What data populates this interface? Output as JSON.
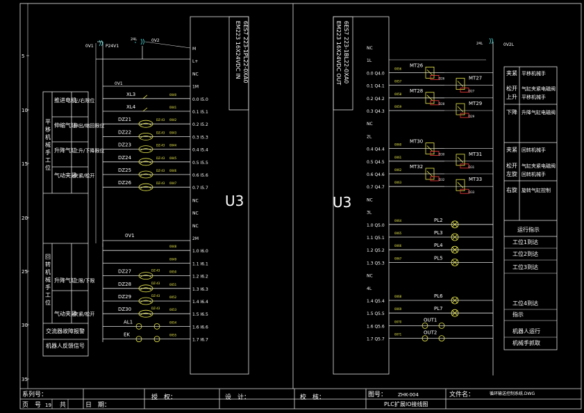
{
  "ruler": {
    "ticks": [
      "5",
      "10",
      "15",
      "20",
      "25",
      "30",
      "35"
    ]
  },
  "supply": {
    "ov1": "0V1",
    "p24v1": "P24V1",
    "l_left": "24L",
    "ov2": "0V2",
    "l_right": "24L",
    "ov2l": "0V2L"
  },
  "left_module": {
    "title_line1": "EM223 16X24VDC IN",
    "title_line2": "6ES7 223-1PL22-0XA0",
    "unit": "U3",
    "pins": [
      "M",
      "L+",
      "NC",
      "1M",
      "0.0 I5.0",
      "0.1 I5.1",
      "0.2 I5.2",
      "0.3 I5.3",
      "0.4 I5.4",
      "0.5 I5.5",
      "0.6 I5.6",
      "0.7 I5.7",
      "NC",
      "NC",
      "NC",
      "2M",
      "1.0 I6.0",
      "1.1 I6.1",
      "1.2 I6.2",
      "1.3 I6.3",
      "1.4 I6.4",
      "1.5 I6.5",
      "1.6 I6.6",
      "1.7 I6.7"
    ],
    "wire_nums": [
      "0040",
      "0041",
      "0042",
      "0043",
      "0044",
      "0045",
      "0046",
      "0047",
      "0048",
      "0049",
      "0050",
      "0051",
      "0052",
      "0053",
      "0054",
      "0055"
    ],
    "bus_ov1_top": "0V1",
    "bus_ov1_mid": "0V1",
    "inputs": [
      {
        "tag": "XL3",
        "code": "",
        "kind": "switch"
      },
      {
        "tag": "XL4",
        "code": "",
        "kind": "switch"
      },
      {
        "tag": "DZ21",
        "code": "DZ-43",
        "kind": "sensor"
      },
      {
        "tag": "DZ22",
        "code": "DZ-43",
        "kind": "sensor"
      },
      {
        "tag": "DZ23",
        "code": "DZ-43",
        "kind": "sensor"
      },
      {
        "tag": "DZ24",
        "code": "DZ-43",
        "kind": "sensor"
      },
      {
        "tag": "DZ25",
        "code": "DZ-43",
        "kind": "sensor"
      },
      {
        "tag": "DZ26",
        "code": "DZ-43",
        "kind": "sensor"
      },
      {
        "tag": "DZ27",
        "code": "DZ-43",
        "kind": "sensor"
      },
      {
        "tag": "DZ28",
        "code": "DZ-43",
        "kind": "sensor"
      },
      {
        "tag": "DZ29",
        "code": "DZ-43",
        "kind": "sensor"
      },
      {
        "tag": "DZ30",
        "code": "DZ-43",
        "kind": "sensor"
      },
      {
        "tag": "AL1",
        "code": "",
        "kind": "button"
      },
      {
        "tag": "EK",
        "code": "",
        "kind": "button"
      }
    ]
  },
  "right_module": {
    "title_line1": "EM223 16X24VDC OUT",
    "title_line2": "6ES7 223-1BL22-0XA0",
    "unit": "U3",
    "pins": [
      "NC",
      "1L",
      "0.0 Q4.0",
      "0.1 Q4.1",
      "0.2 Q4.2",
      "0.3 Q4.3",
      "NC",
      "2L",
      "0.4 Q4.4",
      "0.5 Q4.5",
      "0.6 Q4.6",
      "0.7 Q4.7",
      "NC",
      "3L",
      "1.0 Q5.0",
      "1.1 Q5.1",
      "1.2 Q5.2",
      "1.3 Q5.3",
      "NC",
      "4L",
      "1.4 Q5.4",
      "1.5 Q5.5",
      "1.6 Q5.6",
      "1.7 Q5.7"
    ],
    "wire_nums": [
      "0056",
      "0057",
      "0058",
      "0059",
      "0060",
      "0061",
      "0062",
      "0063",
      "0064",
      "0065",
      "0066",
      "0067",
      "0068",
      "0069",
      "0070",
      "0071"
    ],
    "valves": [
      "MT26",
      "MT27",
      "MT28",
      "MT29",
      "MT30",
      "MT31",
      "MT32",
      "MT33"
    ],
    "diodes": [
      "D26",
      "D27",
      "D28",
      "D29",
      "D30",
      "D31",
      "D32",
      "D33"
    ],
    "lamps": [
      "PL2",
      "PL3",
      "PL4",
      "PL5",
      "PL6",
      "PL7"
    ],
    "outs": [
      "OUT1",
      "OUT2"
    ]
  },
  "left_table": {
    "group1": {
      "title": "平移机械手工位",
      "rows": [
        [
          "推进电机",
          "左/右限位"
        ],
        [
          "伸缩气缸",
          "伸出/缩回限位"
        ],
        [
          "升降气缸",
          "上升/下降限位"
        ],
        [
          "气动夹紧",
          "夹紧/松开"
        ]
      ]
    },
    "group2": {
      "title": "回转机械手工位",
      "rows": [
        [
          "升降气缸",
          "上限/下限"
        ],
        [
          "气动夹紧",
          "夹紧/松开"
        ]
      ]
    },
    "footer": [
      "交流器故障报警",
      "机器人反馈信号"
    ]
  },
  "right_table": {
    "group1": [
      [
        "夹紧",
        "平移机械手"
      ],
      [
        "松开",
        "气缸夹紧电磁阀"
      ],
      [
        "上升",
        "平移机械手"
      ],
      [
        "下降",
        "升降气缸电磁阀"
      ]
    ],
    "group2": [
      [
        "夹紧",
        "回转机械手"
      ],
      [
        "松开",
        "气缸夹紧电磁阀"
      ],
      [
        "左旋",
        "回转机械手"
      ],
      [
        "右旋",
        "旋转气缸控制"
      ]
    ],
    "status_title": "运行指示",
    "status": [
      "工位1到达",
      "工位2到达",
      "工位3到达",
      "工位4到达",
      "指示",
      "机器人运行",
      "机械手抓取"
    ]
  },
  "title_block": {
    "series_label": "系列号：",
    "page_label": "页　号",
    "page_value": "19",
    "total_label": "共",
    "date_label": "日　期：",
    "auth_label": "授　权：",
    "design_label": "设　计：",
    "check_label": "校　核：",
    "drawing_no_label": "图号：",
    "drawing_no_value": "ZHK-004",
    "file_label": "文件名：",
    "file_value": "循环输送控制系统.DWG",
    "sheet_title": "PLC扩展IO接线图"
  }
}
